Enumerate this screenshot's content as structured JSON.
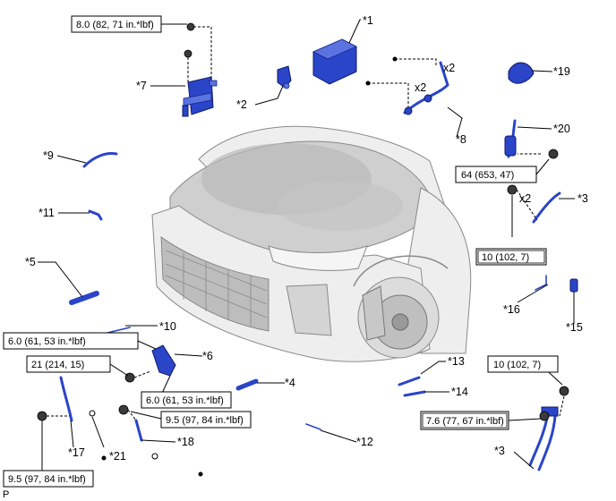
{
  "labels": {
    "p1": "*1",
    "p2": "*2",
    "p3a": "*3",
    "p3b": "*3",
    "p4": "*4",
    "p5": "*5",
    "p6": "*6",
    "p7": "*7",
    "p8": "*8",
    "p9": "*9",
    "p10": "*10",
    "p11": "*11",
    "p12": "*12",
    "p13": "*13",
    "p14": "*14",
    "p15": "*15",
    "p16": "*16",
    "p17": "*17",
    "p18": "*18",
    "p19": "*19",
    "p20": "*20",
    "p21": "*21"
  },
  "torques": {
    "t7": "8.0 (82, 71 in.*lbf)",
    "t20": "64 (653, 47)",
    "t3": "10 (102, 7)",
    "t6a": "6.0 (61, 53 in.*lbf)",
    "t6b": "21 (214, 15)",
    "t6c": "6.0 (61, 53 in.*lbf)",
    "t18": "9.5 (97, 84 in.*lbf)",
    "t3b": "10 (102, 7)",
    "t3c": "7.6 (77, 67 in.*lbf)",
    "t17": "9.5 (97, 84 in.*lbf)"
  },
  "quantities": {
    "q8a": "x2",
    "q8b": "x2",
    "q3": "x2"
  },
  "corner_code": "P"
}
